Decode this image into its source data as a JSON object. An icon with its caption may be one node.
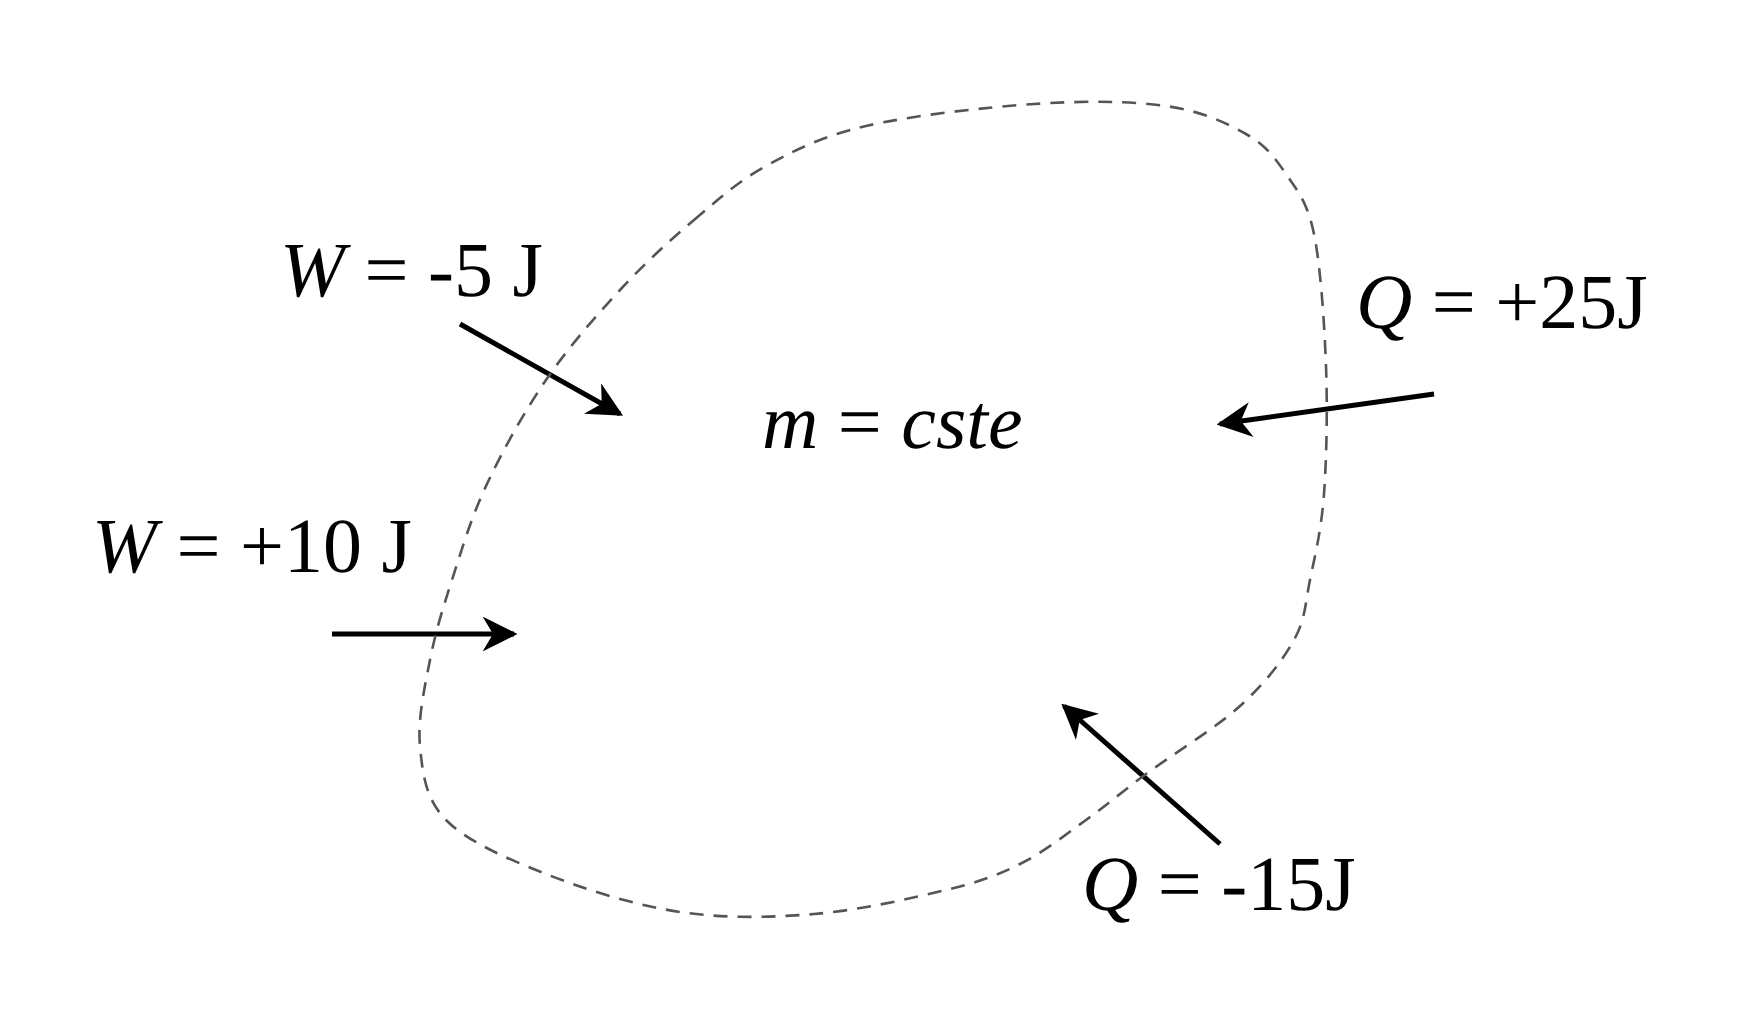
{
  "diagram": {
    "nodes": [
      {
        "text": [
          "*m* = *cste*"
        ]
      }
    ],
    "labels": [
      "*W* = -5 J",
      "*Q* = +25J",
      "*W* = +10 J",
      "*Q* = -15J"
    ]
  }
}
